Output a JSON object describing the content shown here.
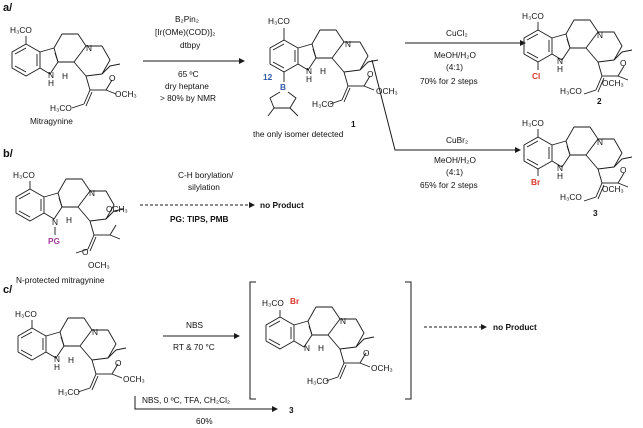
{
  "colors": {
    "boron": "#2e5aa8",
    "halogen": "#d9342b",
    "protecting_group": "#a23b9a",
    "ink": "#1a1a1a"
  },
  "panels": {
    "a": "a/",
    "b": "b/",
    "c": "c/"
  },
  "mol": {
    "OMe": "H₃CO",
    "NH_N": "N",
    "NH_H": "H",
    "H": "H",
    "N": "N",
    "ester": "OCH₃",
    "O": "O",
    "enol": "H₃CO",
    "enol_right": "OCH₃",
    "B": "B",
    "O_atom": "O",
    "Cl": "Cl",
    "Br": "Br",
    "PG": "PG",
    "pos12": "12"
  },
  "names": {
    "mitragynine": "Mitragynine",
    "only_isomer": "the only isomer detected",
    "n_protected": "N-protected mitragynine",
    "cmpd1": "1",
    "cmpd2": "2",
    "cmpd3": "3",
    "cmpd3c": "3"
  },
  "conditions": {
    "borylation": [
      "B₂Pin₂",
      "[Ir(OMe)(COD)]₂",
      "dtbpy"
    ],
    "borylation_below": [
      "65 ºC",
      "dry heptane",
      "> 80% by NMR"
    ],
    "cucl2": "CuCl₂",
    "cucl2_below": [
      "MeOH/H₂O",
      "(4:1)",
      "70% for 2 steps"
    ],
    "cubr2": "CuBr₂",
    "cubr2_below": [
      "MeOH/H₂O",
      "(4:1)",
      "65% for 2 steps"
    ],
    "ch_borylation": [
      "C-H borylation/",
      "silylation"
    ],
    "pg": "PG: TIPS, PMB",
    "no_product_b": "no Product",
    "nbs": "NBS",
    "nbs_below": "RT & 70 °C",
    "no_product_c": "no Product",
    "nbs_tfa": "NBS, 0 ºC, TFA, CH₂Cl₂",
    "nbs_tfa_yield": "60%"
  }
}
